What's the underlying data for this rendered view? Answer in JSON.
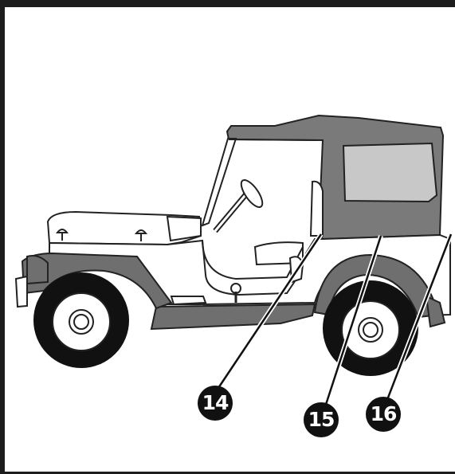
{
  "colors": {
    "frame": "#1d1d1d",
    "body_fill": "#ffffff",
    "fender_gray": "#6f6f6f",
    "soft_top_gray": "#7a7a7a",
    "window_gray": "#c8c8c8",
    "tire_black": "#111111",
    "callout_bg": "#111111",
    "callout_text": "#ffffff"
  },
  "callouts": [
    {
      "label": "14",
      "target": "windshield-frame-post"
    },
    {
      "label": "15",
      "target": "soft-top-side-curtain"
    },
    {
      "label": "16",
      "target": "soft-top-rear-corner"
    }
  ]
}
